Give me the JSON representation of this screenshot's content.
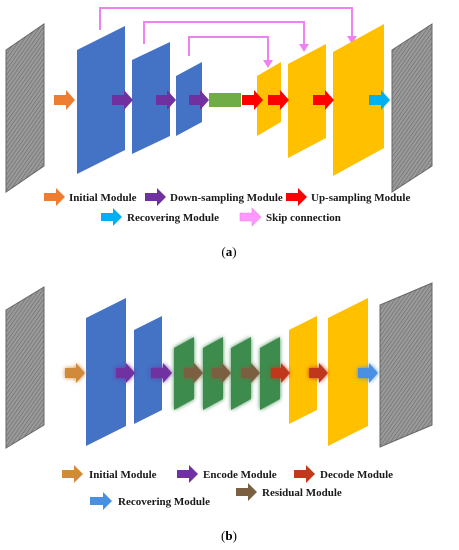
{
  "panel_a": {
    "caption_open": "(",
    "caption_letter": "a",
    "caption_close": ")",
    "legend": [
      {
        "label": "Initial Module",
        "color": "#ed7d31"
      },
      {
        "label": "Down-sampling Module",
        "color": "#7030a0"
      },
      {
        "label": "Up-sampling Module",
        "color": "#ff0000"
      },
      {
        "label": "Recovering Module",
        "color": "#00b0f0"
      },
      {
        "label": "Skip connection",
        "color": "#ff99ff"
      }
    ]
  },
  "panel_b": {
    "caption_open": "(",
    "caption_letter": "b",
    "caption_close": ")",
    "legend": [
      {
        "label": "Initial Module",
        "color": "#d08a3a"
      },
      {
        "label": "Encode Module",
        "color": "#7030a0"
      },
      {
        "label": "Decode Module",
        "color": "#c0391b"
      },
      {
        "label": "Recovering Module",
        "color": "#4a90e2"
      },
      {
        "label": "Residual Module",
        "color": "#7a6040"
      }
    ]
  },
  "colors": {
    "encoder_blue": "#4472c4",
    "decoder_yellow": "#ffc000",
    "bottleneck_green": "#70ad47",
    "residual_green": "#3c8c4e",
    "image_gray": "#808080"
  }
}
